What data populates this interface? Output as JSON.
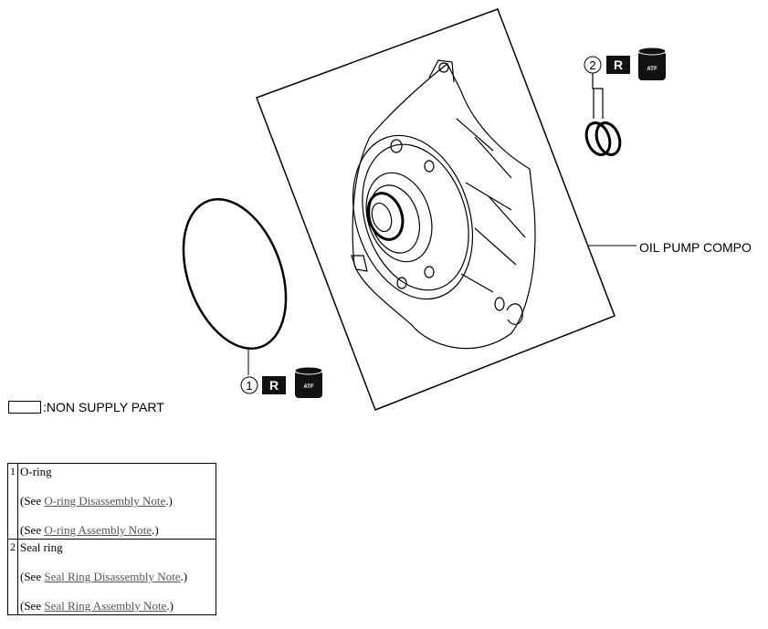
{
  "diagram": {
    "component_label": "OIL PUMP COMPO",
    "callout_1": "1",
    "callout_2": "2",
    "replace_badge": "R",
    "atf_label": "ATF"
  },
  "legend": {
    "text": ":NON SUPPLY PART"
  },
  "parts": [
    {
      "num": "1",
      "name": "O-ring",
      "see": "(See ",
      "dis_link": "O-ring Disassembly Note",
      "asm_link": "O-ring Assembly Note",
      "end": ".)"
    },
    {
      "num": "2",
      "name": "Seal ring",
      "see": "(See ",
      "dis_link": "Seal Ring Disassembly Note",
      "asm_link": "Seal Ring Assembly Note",
      "end": ".)"
    }
  ]
}
